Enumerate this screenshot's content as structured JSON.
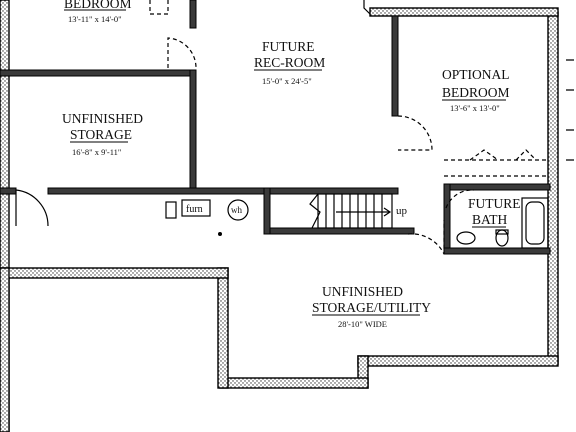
{
  "rooms": {
    "bedroom": {
      "name": "BEDROOM",
      "dim": "13'-11\" x 14'-0\""
    },
    "rec_room": {
      "name_line1": "FUTURE",
      "name_line2": "REC-ROOM",
      "dim": "15'-0\" x 24'-5\""
    },
    "optional_bedroom": {
      "name_line1": "OPTIONAL",
      "name_line2": "BEDROOM",
      "dim": "13'-6\" x 13'-0\""
    },
    "unfinished_storage": {
      "name_line1": "UNFINISHED",
      "name_line2": "STORAGE",
      "dim": "16'-8\" x 9'-11\""
    },
    "future_bath": {
      "name_line1": "FUTURE",
      "name_line2": "BATH"
    },
    "storage_utility": {
      "name_line1": "UNFINISHED",
      "name_line2": "STORAGE/UTILITY",
      "dim": "28'-10\" WIDE"
    }
  },
  "fixtures": {
    "furnace": "furn",
    "water_heater": "wh",
    "stairs_label": "up"
  }
}
